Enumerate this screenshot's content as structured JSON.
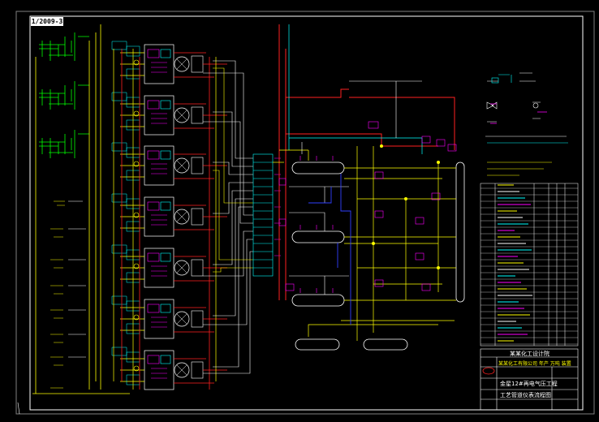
{
  "sheet_tag": "1/2009-3",
  "title_block": {
    "company": "某某化工设计院",
    "project_yellow": "某某化工有限公司 年产 万吨 装置",
    "project_name": "金星12#再电气压工程",
    "drawing_name": "工艺管道仪表流程图"
  },
  "colors": {
    "background": "#000000",
    "border": "#ffffff",
    "process_line": "#ffff00",
    "hot_line": "#ff2020",
    "cyan_line": "#00ffff",
    "blue_line": "#3040ff",
    "instrument": "#ff00ff",
    "green_line": "#00ff00"
  }
}
